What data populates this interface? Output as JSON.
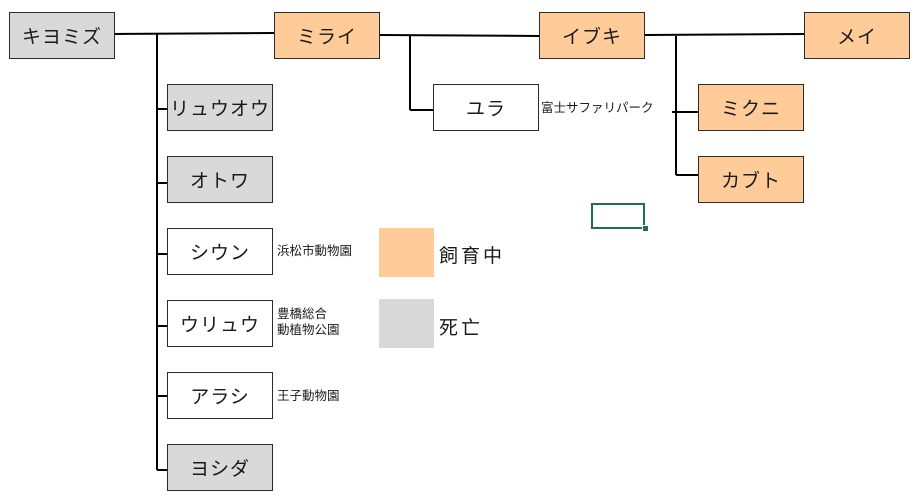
{
  "nodes": {
    "kiyomizu": "キヨミズ",
    "mirai": "ミライ",
    "ibuki": "イブキ",
    "mei": "メイ",
    "ryuou": "リュウオウ",
    "otowa": "オトワ",
    "shion": "シウン",
    "uryuu": "ウリュウ",
    "arashi": "アラシ",
    "yoshida": "ヨシダ",
    "yura": "ユラ",
    "mikuni": "ミクニ",
    "kabuto": "カブト"
  },
  "notes": {
    "shion_location": "浜松市動物園",
    "uryuu_location_line1": "豊橋総合",
    "uryuu_location_line2": "動植物公園",
    "arashi_location": "王子動物園",
    "yura_location": "富士サファリパーク"
  },
  "legend": {
    "alive_label": "飼育中",
    "dead_label": "死亡"
  },
  "colors": {
    "alive": "#ffcc99",
    "dead": "#d9d9d9",
    "plain": "#ffffff",
    "line": "#000000",
    "selection": "#217346"
  }
}
